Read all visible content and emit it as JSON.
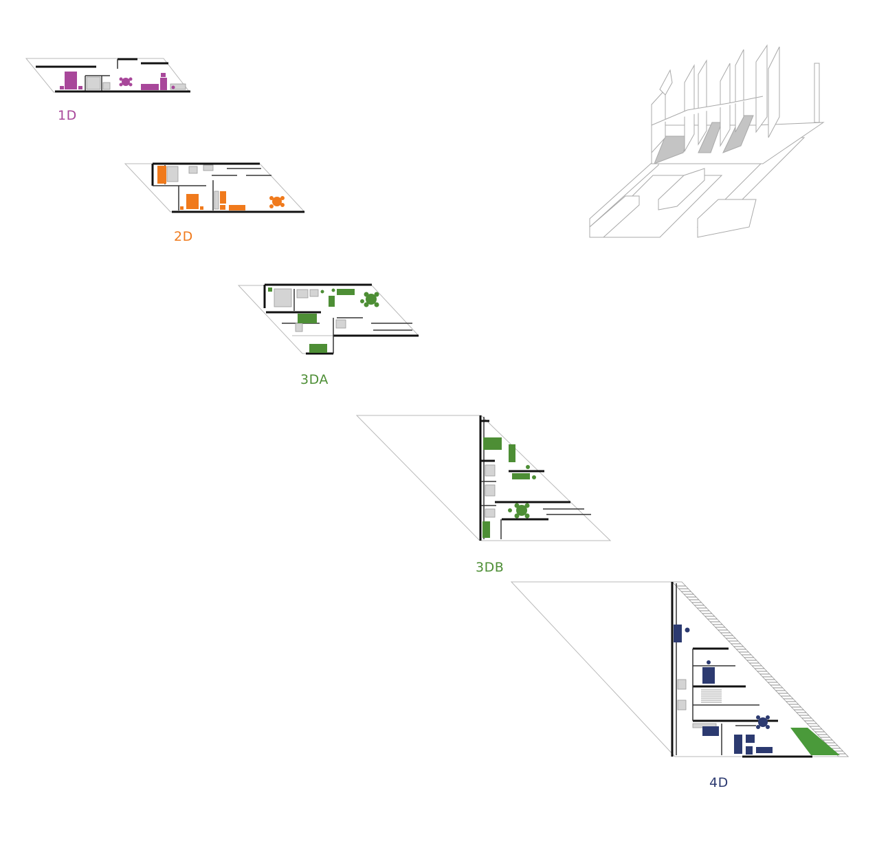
{
  "plans": [
    {
      "id": "1d",
      "label": "1D",
      "color": "#a8479a"
    },
    {
      "id": "2d",
      "label": "2D",
      "color": "#f07a1c"
    },
    {
      "id": "3da",
      "label": "3DA",
      "color": "#4d8e35"
    },
    {
      "id": "3db",
      "label": "3DB",
      "color": "#4d8e35"
    },
    {
      "id": "4d",
      "label": "4D",
      "color": "#2c3a70"
    }
  ],
  "terrace_color": "#4a9a3a"
}
